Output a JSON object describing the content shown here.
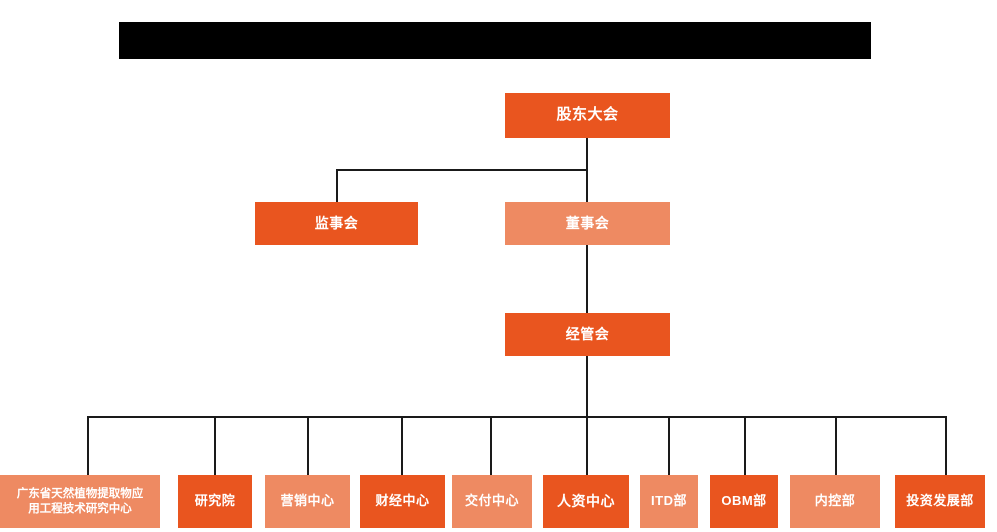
{
  "page": {
    "title_bar": {
      "label": "",
      "note": "solid black redaction bar, no legible text"
    },
    "background_color": "#ffffff"
  },
  "palette": {
    "primary_orange": "#e9551f",
    "light_orange": "#ee8a62",
    "connector_color": "#1a1a1a",
    "text_color": "#ffffff",
    "redaction_color": "#000000"
  },
  "chart": {
    "type": "org-chart",
    "levels": [
      {
        "level": 1,
        "nodes": [
          {
            "id": "shareholders",
            "label": "股东大会",
            "tone": "dark"
          }
        ]
      },
      {
        "level": 2,
        "nodes": [
          {
            "id": "supervisors",
            "label": "监事会",
            "tone": "dark"
          },
          {
            "id": "directors",
            "label": "董事会",
            "tone": "light"
          }
        ]
      },
      {
        "level": 3,
        "nodes": [
          {
            "id": "management",
            "label": "经管会",
            "tone": "dark"
          }
        ]
      },
      {
        "level": 4,
        "nodes": [
          {
            "id": "research-center",
            "label": "广东省天然植物提取物应\n用工程技术研究中心",
            "tone": "light"
          },
          {
            "id": "institute",
            "label": "研究院",
            "tone": "dark"
          },
          {
            "id": "marketing-center",
            "label": "营销中心",
            "tone": "light"
          },
          {
            "id": "finance-center",
            "label": "财经中心",
            "tone": "dark"
          },
          {
            "id": "delivery-center",
            "label": "交付中心",
            "tone": "light"
          },
          {
            "id": "hr-center",
            "label": "人资中心",
            "tone": "dark"
          },
          {
            "id": "itd-dept",
            "label": "ITD部",
            "tone": "light"
          },
          {
            "id": "obm-dept",
            "label": "OBM部",
            "tone": "dark"
          },
          {
            "id": "internal-control-dept",
            "label": "内控部",
            "tone": "light"
          },
          {
            "id": "investment-dev-dept",
            "label": "投资发展部",
            "tone": "dark"
          }
        ]
      }
    ]
  }
}
